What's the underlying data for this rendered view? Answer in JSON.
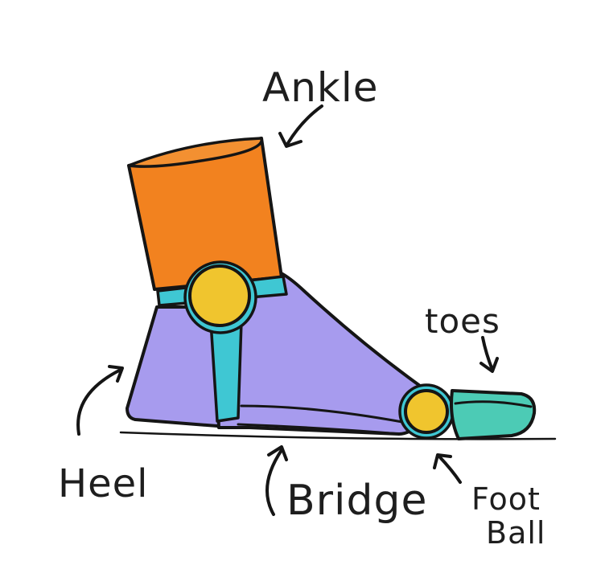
{
  "labels": {
    "ankle": "Ankle",
    "toes": "toes",
    "heel": "Heel",
    "bridge": "Bridge",
    "foot_ball_line1": "Foot",
    "foot_ball_line2": "Ball"
  },
  "colors": {
    "ankle_block": "#F2821F",
    "foot_body": "#A79BEE",
    "joints": "#F0C52E",
    "straps": "#3FC7D3",
    "toes": "#4CCBB5",
    "outline": "#151515",
    "background": "#FFFFFF"
  }
}
